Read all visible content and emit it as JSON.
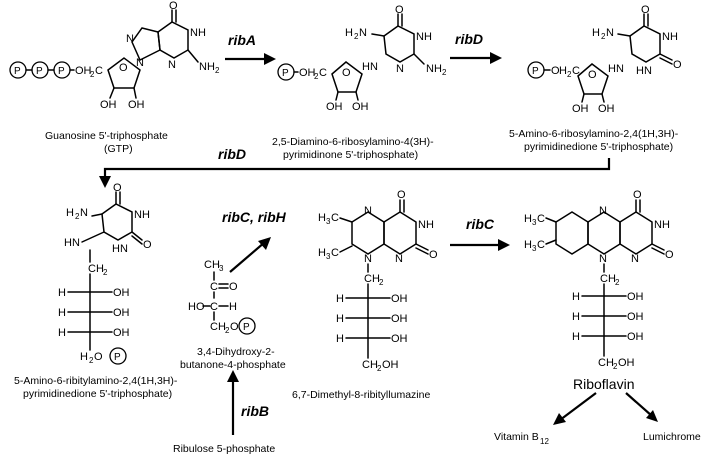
{
  "enzymes": {
    "ribA": "ribA",
    "ribD_top": "ribD",
    "ribD_mid": "ribD",
    "ribC_ribH": "ribC, ribH",
    "ribC": "ribC",
    "ribB": "ribB"
  },
  "compounds": {
    "gtp": {
      "line1": "Guanosine 5'-triphosphate",
      "line2": "(GTP)"
    },
    "diamino": {
      "line1": "2,5-Diamino-6-ribosylamino-4(3H)-",
      "line2": "pyrimidinone 5'-triphosphate)"
    },
    "amino_ribosyl": {
      "line1": "5-Amino-6-ribosylamino-2,4(1H,3H)-",
      "line2": "pyrimidinedione 5'-triphosphate)"
    },
    "amino_ribityl": {
      "line1": "5-Amino-6-ribitylamino-2,4(1H,3H)-",
      "line2": "pyrimidinedione 5'-triphosphate)"
    },
    "dihydroxy": {
      "line1": "3,4-Dihydroxy-2-",
      "line2": "butanone-4-phosphate"
    },
    "lumazine": {
      "line1": "6,7-Dimethyl-8-ribityllumazine"
    },
    "ribulose": {
      "line1": "Ribulose 5-phosphate"
    },
    "riboflavin": {
      "line1": "Riboflavin"
    },
    "vitamin_b12": {
      "main": "Vitamin B",
      "subscript": "12"
    },
    "lumichrome": {
      "line1": "Lumichrome"
    }
  },
  "atoms": {
    "O": "O",
    "N": "N",
    "H": "H",
    "P": "P",
    "NH": "NH",
    "NH2": "NH",
    "H2N": "H",
    "HN": "HN",
    "OH": "OH",
    "CH2": "CH",
    "H2O": "H",
    "OH2C": "OH",
    "CH3": "CH",
    "C": "C",
    "two": "2",
    "three": "3",
    "H3C_left": "H",
    "C_right": "C"
  }
}
